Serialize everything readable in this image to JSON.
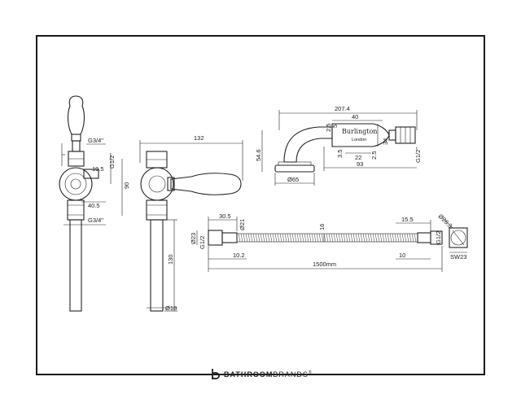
{
  "brand": {
    "strong": "BATHROOM",
    "light": "BRANDS",
    "mark": "®"
  },
  "engraving": {
    "line1": "Burlington",
    "line2": "London"
  },
  "dims": {
    "front_g34_top": "G3/4\"",
    "front_g12": "G1/2\"",
    "front_195": "19.5",
    "front_90": "90",
    "front_405": "40.5",
    "front_g34_bot": "G3/4\"",
    "side_132": "132",
    "side_130": "130",
    "side_d18": "Ø18",
    "head_2074": "207.4",
    "head_40": "40",
    "head_25a": "2.5",
    "head_5": "5",
    "head_546": "54.6",
    "head_34": "34",
    "head_35": "3.5",
    "head_22": "22",
    "head_25b": "2.5",
    "head_93": "93",
    "head_g12": "G1/2\"",
    "head_d65": "Ø65",
    "hose_305": "30.5",
    "hose_d21": "Ø21",
    "hose_16": "16",
    "hose_155": "15.5",
    "hose_d263": "Ø26.3",
    "hose_d23": "Ø23",
    "hose_g12a": "G1/2",
    "hose_102": "10.2",
    "hose_10": "10",
    "hose_1500": "1500mm",
    "hose_g12b": "G1/2",
    "hose_sw23": "SW23"
  }
}
